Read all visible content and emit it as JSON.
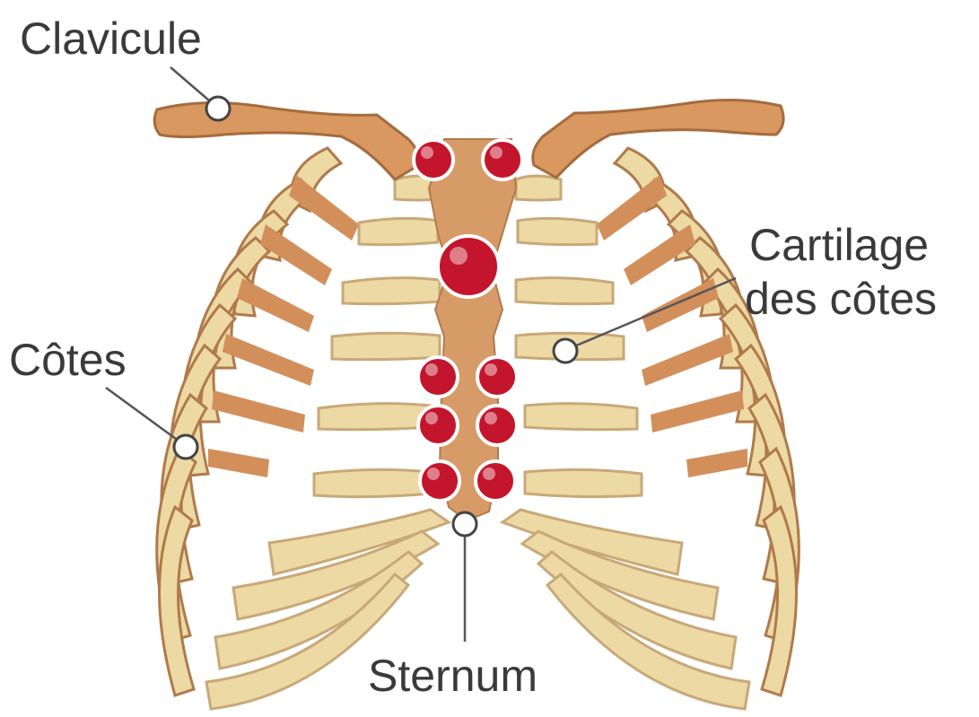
{
  "labels": {
    "clavicle": "Clavicule",
    "cartilage_line1": "Cartilage",
    "cartilage_line2": "des côtes",
    "ribs": "Côtes",
    "sternum": "Sternum"
  },
  "colors": {
    "bone": "#d8985f",
    "cartilage": "#ecd9a4",
    "sternum": "#d79b68",
    "marker": "#c3152b",
    "text": "#3a3a3a"
  }
}
